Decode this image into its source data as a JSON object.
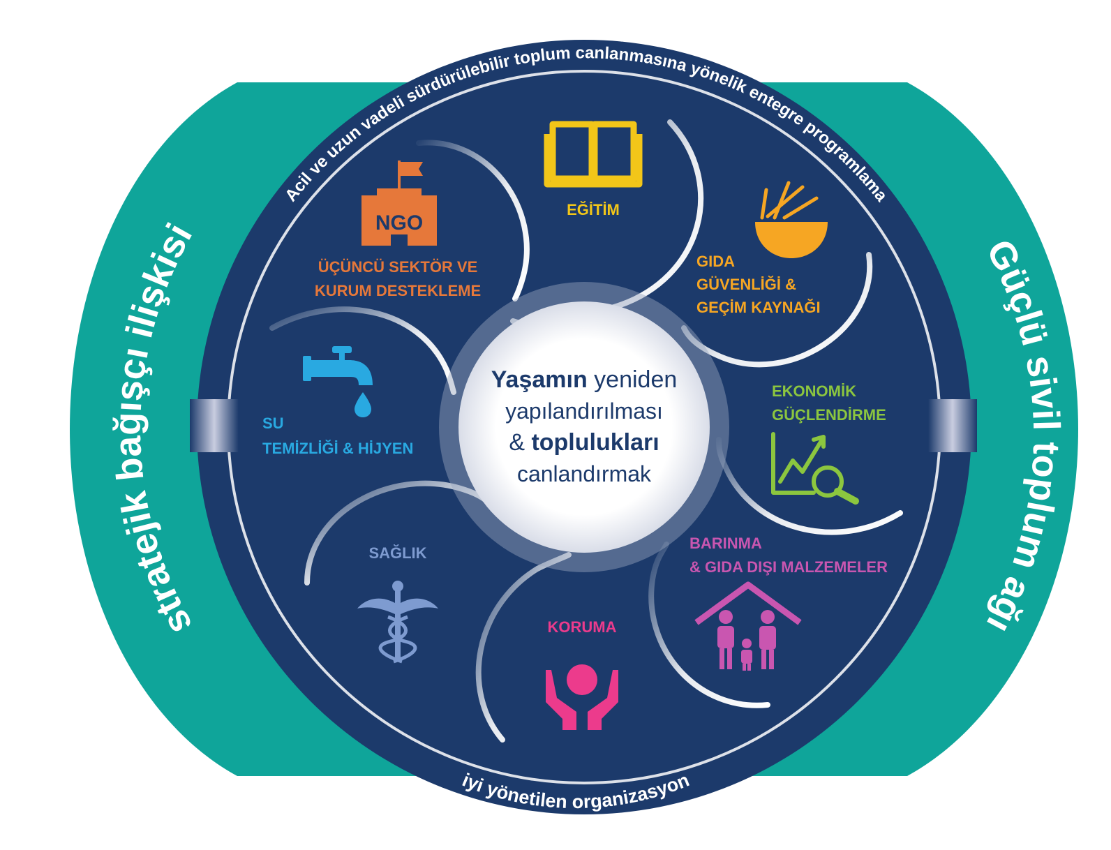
{
  "side_labels": {
    "left": "stratejik bağışçı ilişkisi",
    "right": "Güçlü sivil toplum ağı"
  },
  "ring_labels": {
    "top": "Acil ve uzun vadeli sürdürülebilir toplum canlanmasına yönelik entegre programlama",
    "bottom": "iyi yönetilen organizasyon"
  },
  "center": {
    "line1_bold": "Yaşamın",
    "line1_rest": " yeniden",
    "line2": "yapılandırılması",
    "line3_prefix": "& ",
    "line3_bold": "toplulukları",
    "line4": "canlandırmak"
  },
  "sectors": [
    {
      "id": "egitim",
      "lines": [
        "EĞİTİM"
      ],
      "color": "#f2c619",
      "icon": "book-icon"
    },
    {
      "id": "gida",
      "lines": [
        "GIDA",
        "GÜVENLİĞİ &",
        "GEÇİM KAYNAĞI"
      ],
      "color": "#f6a623",
      "icon": "wheat-bowl-icon"
    },
    {
      "id": "ekonomik",
      "lines": [
        "EKONOMİK",
        "GÜÇLENDİRME"
      ],
      "color": "#8cc63f",
      "icon": "chart-magnifier-icon"
    },
    {
      "id": "barinma",
      "lines": [
        "BARINMA",
        "& GIDA DIŞI MALZEMELER"
      ],
      "color": "#c956b0",
      "icon": "family-shelter-icon"
    },
    {
      "id": "koruma",
      "lines": [
        "KORUMA"
      ],
      "color": "#ec3b8c",
      "icon": "protect-hands-icon"
    },
    {
      "id": "saglik",
      "lines": [
        "SAĞLIK"
      ],
      "color": "#7e9bd0",
      "icon": "caduceus-icon"
    },
    {
      "id": "su",
      "lines": [
        "SU",
        "TEMİZLİĞİ & HİJYEN"
      ],
      "color": "#29a9e1",
      "icon": "water-tap-icon"
    },
    {
      "id": "ucuncu",
      "lines": [
        "ÜÇÜNCÜ SEKTÖR VE",
        "KURUM DESTEKLEME"
      ],
      "color": "#e6783a",
      "icon": "ngo-building-icon"
    }
  ],
  "ngo_badge": "NGO",
  "colors": {
    "teal": "#0fa59a",
    "navy": "#1c3a6b",
    "navy_dark": "#16305a"
  }
}
